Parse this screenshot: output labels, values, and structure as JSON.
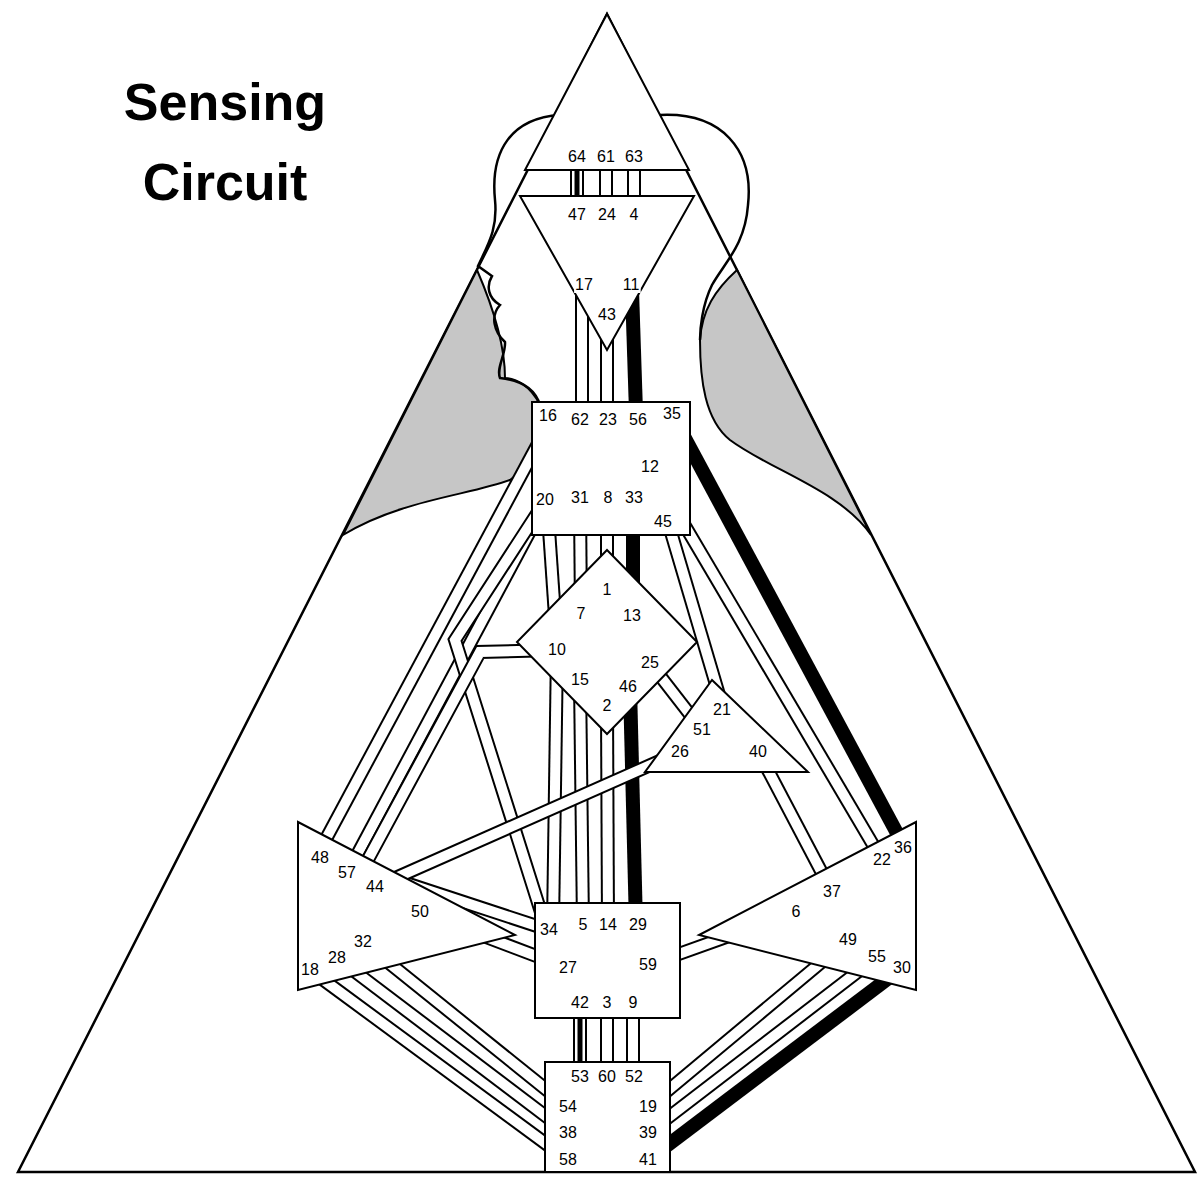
{
  "diagram": {
    "title": "Sensing Circuit",
    "nodes": [
      {
        "text": [
          "64",
          "61",
          "63"
        ]
      },
      {
        "text": [
          "47",
          "24",
          "4",
          "17",
          "43",
          "11"
        ]
      },
      {
        "text": [
          "16",
          "62",
          "23",
          "56",
          "35",
          "12",
          "20",
          "31",
          "8",
          "33",
          "45"
        ]
      },
      {
        "text": [
          "1",
          "7",
          "13",
          "10",
          "25",
          "15",
          "46",
          "2"
        ]
      },
      {
        "text": [
          "21",
          "51",
          "26",
          "40"
        ]
      },
      {
        "text": [
          "48",
          "57",
          "44",
          "50",
          "32",
          "28",
          "18"
        ]
      },
      {
        "text": [
          "36",
          "22",
          "37",
          "6",
          "49",
          "55",
          "30"
        ]
      },
      {
        "text": [
          "34",
          "5",
          "14",
          "29",
          "27",
          "59",
          "42",
          "3",
          "9"
        ]
      },
      {
        "text": [
          "53",
          "60",
          "52",
          "54",
          "38",
          "58",
          "19",
          "39",
          "41"
        ]
      }
    ],
    "edges": [
      {
        "from": 0,
        "to": 1,
        "arrow": "none"
      },
      {
        "from": 0,
        "to": 1,
        "arrow": "none"
      },
      {
        "from": 0,
        "to": 1,
        "arrow": "none"
      },
      {
        "from": 1,
        "to": 2,
        "arrow": "none"
      },
      {
        "from": 1,
        "to": 2,
        "arrow": "none"
      },
      {
        "from": 1,
        "to": 2,
        "arrow": "none"
      },
      {
        "from": 2,
        "to": 5,
        "arrow": "none"
      },
      {
        "from": 2,
        "to": 5,
        "arrow": "none"
      },
      {
        "from": 2,
        "to": 3,
        "arrow": "none"
      },
      {
        "from": 2,
        "to": 7,
        "arrow": "none"
      },
      {
        "from": 3,
        "to": 7,
        "arrow": "none"
      },
      {
        "from": 3,
        "to": 5,
        "arrow": "none"
      },
      {
        "from": 5,
        "to": 7,
        "arrow": "none"
      },
      {
        "from": 2,
        "to": 3,
        "arrow": "none"
      },
      {
        "from": 2,
        "to": 3,
        "arrow": "none"
      },
      {
        "from": 2,
        "to": 3,
        "arrow": "none"
      },
      {
        "from": 2,
        "to": 4,
        "arrow": "none"
      },
      {
        "from": 2,
        "to": 6,
        "arrow": "none"
      },
      {
        "from": 2,
        "to": 6,
        "arrow": "none"
      },
      {
        "from": 3,
        "to": 4,
        "arrow": "none"
      },
      {
        "from": 3,
        "to": 7,
        "arrow": "none"
      },
      {
        "from": 3,
        "to": 7,
        "arrow": "none"
      },
      {
        "from": 3,
        "to": 7,
        "arrow": "none"
      },
      {
        "from": 4,
        "to": 5,
        "arrow": "none"
      },
      {
        "from": 4,
        "to": 6,
        "arrow": "none"
      },
      {
        "from": 5,
        "to": 7,
        "arrow": "none"
      },
      {
        "from": 5,
        "to": 8,
        "arrow": "none"
      },
      {
        "from": 5,
        "to": 8,
        "arrow": "none"
      },
      {
        "from": 5,
        "to": 8,
        "arrow": "none"
      },
      {
        "from": 6,
        "to": 7,
        "arrow": "none"
      },
      {
        "from": 6,
        "to": 8,
        "arrow": "none"
      },
      {
        "from": 6,
        "to": 8,
        "arrow": "none"
      },
      {
        "from": 6,
        "to": 8,
        "arrow": "none"
      },
      {
        "from": 7,
        "to": 8,
        "arrow": "none"
      },
      {
        "from": 7,
        "to": 8,
        "arrow": "none"
      },
      {
        "from": 7,
        "to": 8,
        "arrow": "none"
      }
    ]
  }
}
